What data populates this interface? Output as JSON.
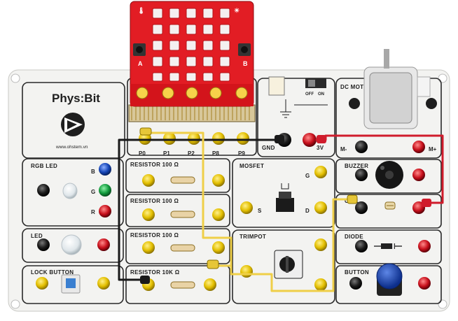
{
  "board": {
    "brand": "Phys:Bit",
    "website": "www.ohstem.vn",
    "colors": {
      "panel": "#f3f3f1",
      "outline": "#2a2a2a",
      "microbit_red": "#e21d24",
      "jack_yellow": "#e7c400",
      "jack_black": "#1a1a1a",
      "jack_red": "#c8101c",
      "jack_green": "#129c3e",
      "jack_blue": "#1646b8",
      "wire_yellow": "#efcf48",
      "wire_black": "#1a1a1a",
      "wire_red": "#d01c2c"
    }
  },
  "microbit": {
    "button_a": "A",
    "button_b": "B",
    "pins": [
      "P0",
      "P1",
      "P2",
      "P8",
      "P9"
    ]
  },
  "power": {
    "gnd": "GND",
    "v3": "3V",
    "switch_off": "OFF",
    "switch_on": "ON"
  },
  "modules": {
    "rgb_led": {
      "title": "RGB LED",
      "pins": [
        "B",
        "G",
        "R"
      ]
    },
    "led": {
      "title": "LED"
    },
    "lock_button": {
      "title": "LOCK BUTTON"
    },
    "resistors": [
      {
        "title": "RESISTOR 100 Ω"
      },
      {
        "title": "RESISTOR 100 Ω"
      },
      {
        "title": "RESISTOR 100 Ω"
      },
      {
        "title": "RESISTOR 10K Ω"
      }
    ],
    "mosfet": {
      "title": "MOSFET",
      "pins": [
        "G",
        "S",
        "D"
      ]
    },
    "trimpot": {
      "title": "TRIMPOT"
    },
    "dc_motor": {
      "title": "DC MOTOR",
      "pins": [
        "M-",
        "M+"
      ]
    },
    "buzzer": {
      "title": "BUZZER"
    },
    "cell": {
      "title": "CELL"
    },
    "diode": {
      "title": "DIODE"
    },
    "button": {
      "title": "BUTTON"
    }
  }
}
